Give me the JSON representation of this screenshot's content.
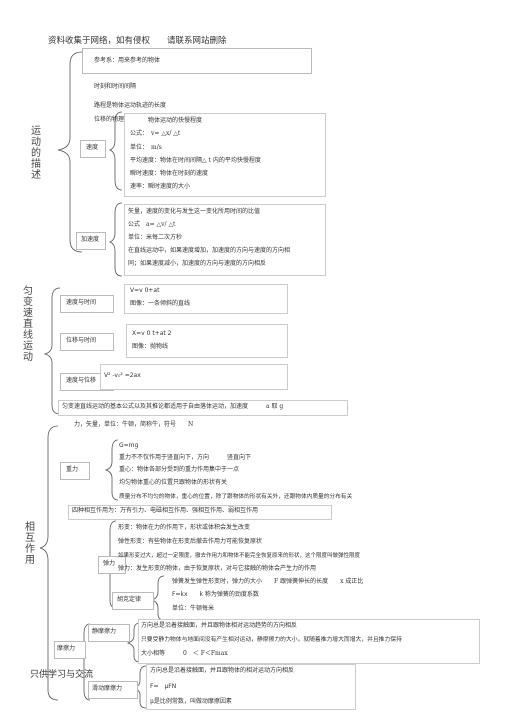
{
  "header": "资料收集于网络，如有侵权　　请联系网站删除",
  "footer": "只供学习与交流",
  "sections": {
    "motion": {
      "title": "运动的描述",
      "ref": "参考系：用来参考的物体",
      "time": "时刻和时间间隔",
      "distance": "路程是物体运动轨迹的长度",
      "displacement": "位移的物理意义是从初位置到末位置",
      "velocity": {
        "label": "速度",
        "lines": [
          "物体运动的快慢程度",
          "公式：　v= △x/ △t",
          "单位：　m/s",
          "平均速度：物体在时间间隔△ t 内的平均快慢程度",
          "瞬时速度：物体在时刻的速度",
          "速率：瞬时速度的大小"
        ]
      },
      "acceleration": {
        "label": "加速度",
        "lines": [
          "矢量，速度的变化与发生这一变化所用时间的比值",
          "公式　a= △v/ △t",
          "单位：米每二次方秒",
          "在直线运动中，如果速度增加，加速度的方向与速度的方向相",
          "同；如果速度减小，加速度的方向与速度的方向相反"
        ]
      }
    },
    "uniform": {
      "title": "匀变速直线运动",
      "items": [
        {
          "label": "速度与时间",
          "lines": [
            "V=v 0+at",
            "图像：一条倾斜的直线"
          ]
        },
        {
          "label": "位移与时间",
          "lines": [
            "X=v 0 t+at 2",
            "图像：抛物线"
          ]
        },
        {
          "label": "速度与位移",
          "lines": [
            "V² -v₀² =2ax"
          ]
        }
      ],
      "note": "匀变速直线运动的基本公式以及其推论都适用于自由落体运动，加速度　　　a 取 g"
    },
    "interaction": {
      "title": "相互作用",
      "force": "力，矢量，单位：牛顿，简称牛，符号　　N",
      "gravity": {
        "label": "重力",
        "lines": [
          "G=mg",
          "重力不不仅作用于竖直向下，方向　　　竖直向下",
          "重心：物体各部分受到的重力作用集中于一点",
          "均匀物体重心的位置只跟物体的形状有关",
          "质量分布不均匀的物体，重心的位置，除了跟物体的形状有关外，还跟物体内质量的分布有关"
        ]
      },
      "four": "四种相互作用为：万有引力、电磁相互作用、强相互作用、弱相互作用",
      "elastic": {
        "label": "弹力",
        "lines": [
          "形变：物体在力的作用下，形状或体积会发生改变",
          "弹性形变：有些物体在形变后撤去作用力可能恢复原状",
          "如果形变过大，超过一定限度，撤去作用力和物体不能完全恢复原来的形状，这个限度叫做弹性限度",
          "弹力：发生形变的物体，由于恢复原状，对与它接触的物体会产生力的作用"
        ]
      },
      "hooke": {
        "label": "胡克定律",
        "lines": [
          "弹簧发生弹性形变时，弹力的大小　　F 跟弹簧伸长的长度　　x 成正比",
          "F=kx　　k 称为弹簧的劲度系数",
          "单位：牛顿每米"
        ]
      },
      "friction": {
        "label": "摩擦力",
        "static": {
          "label": "静摩擦力",
          "lines": [
            "方向总是沿着接触面，并且跟物体相对运动趋势的方向相反",
            "只要受静力物体与地面间没有产生相对运动，静摩擦力的大小，就随着推力增大而增大，并且推力保持",
            "大小相等　　　0　＜ F＜Fmax"
          ]
        },
        "kinetic": {
          "label": "滑动摩擦力",
          "lines": [
            "方向总是沿着接触面，并且跟物体的相对运动方向相反",
            "F=　μFN",
            "μ是比例常数，叫做动摩擦因素"
          ]
        }
      }
    }
  }
}
